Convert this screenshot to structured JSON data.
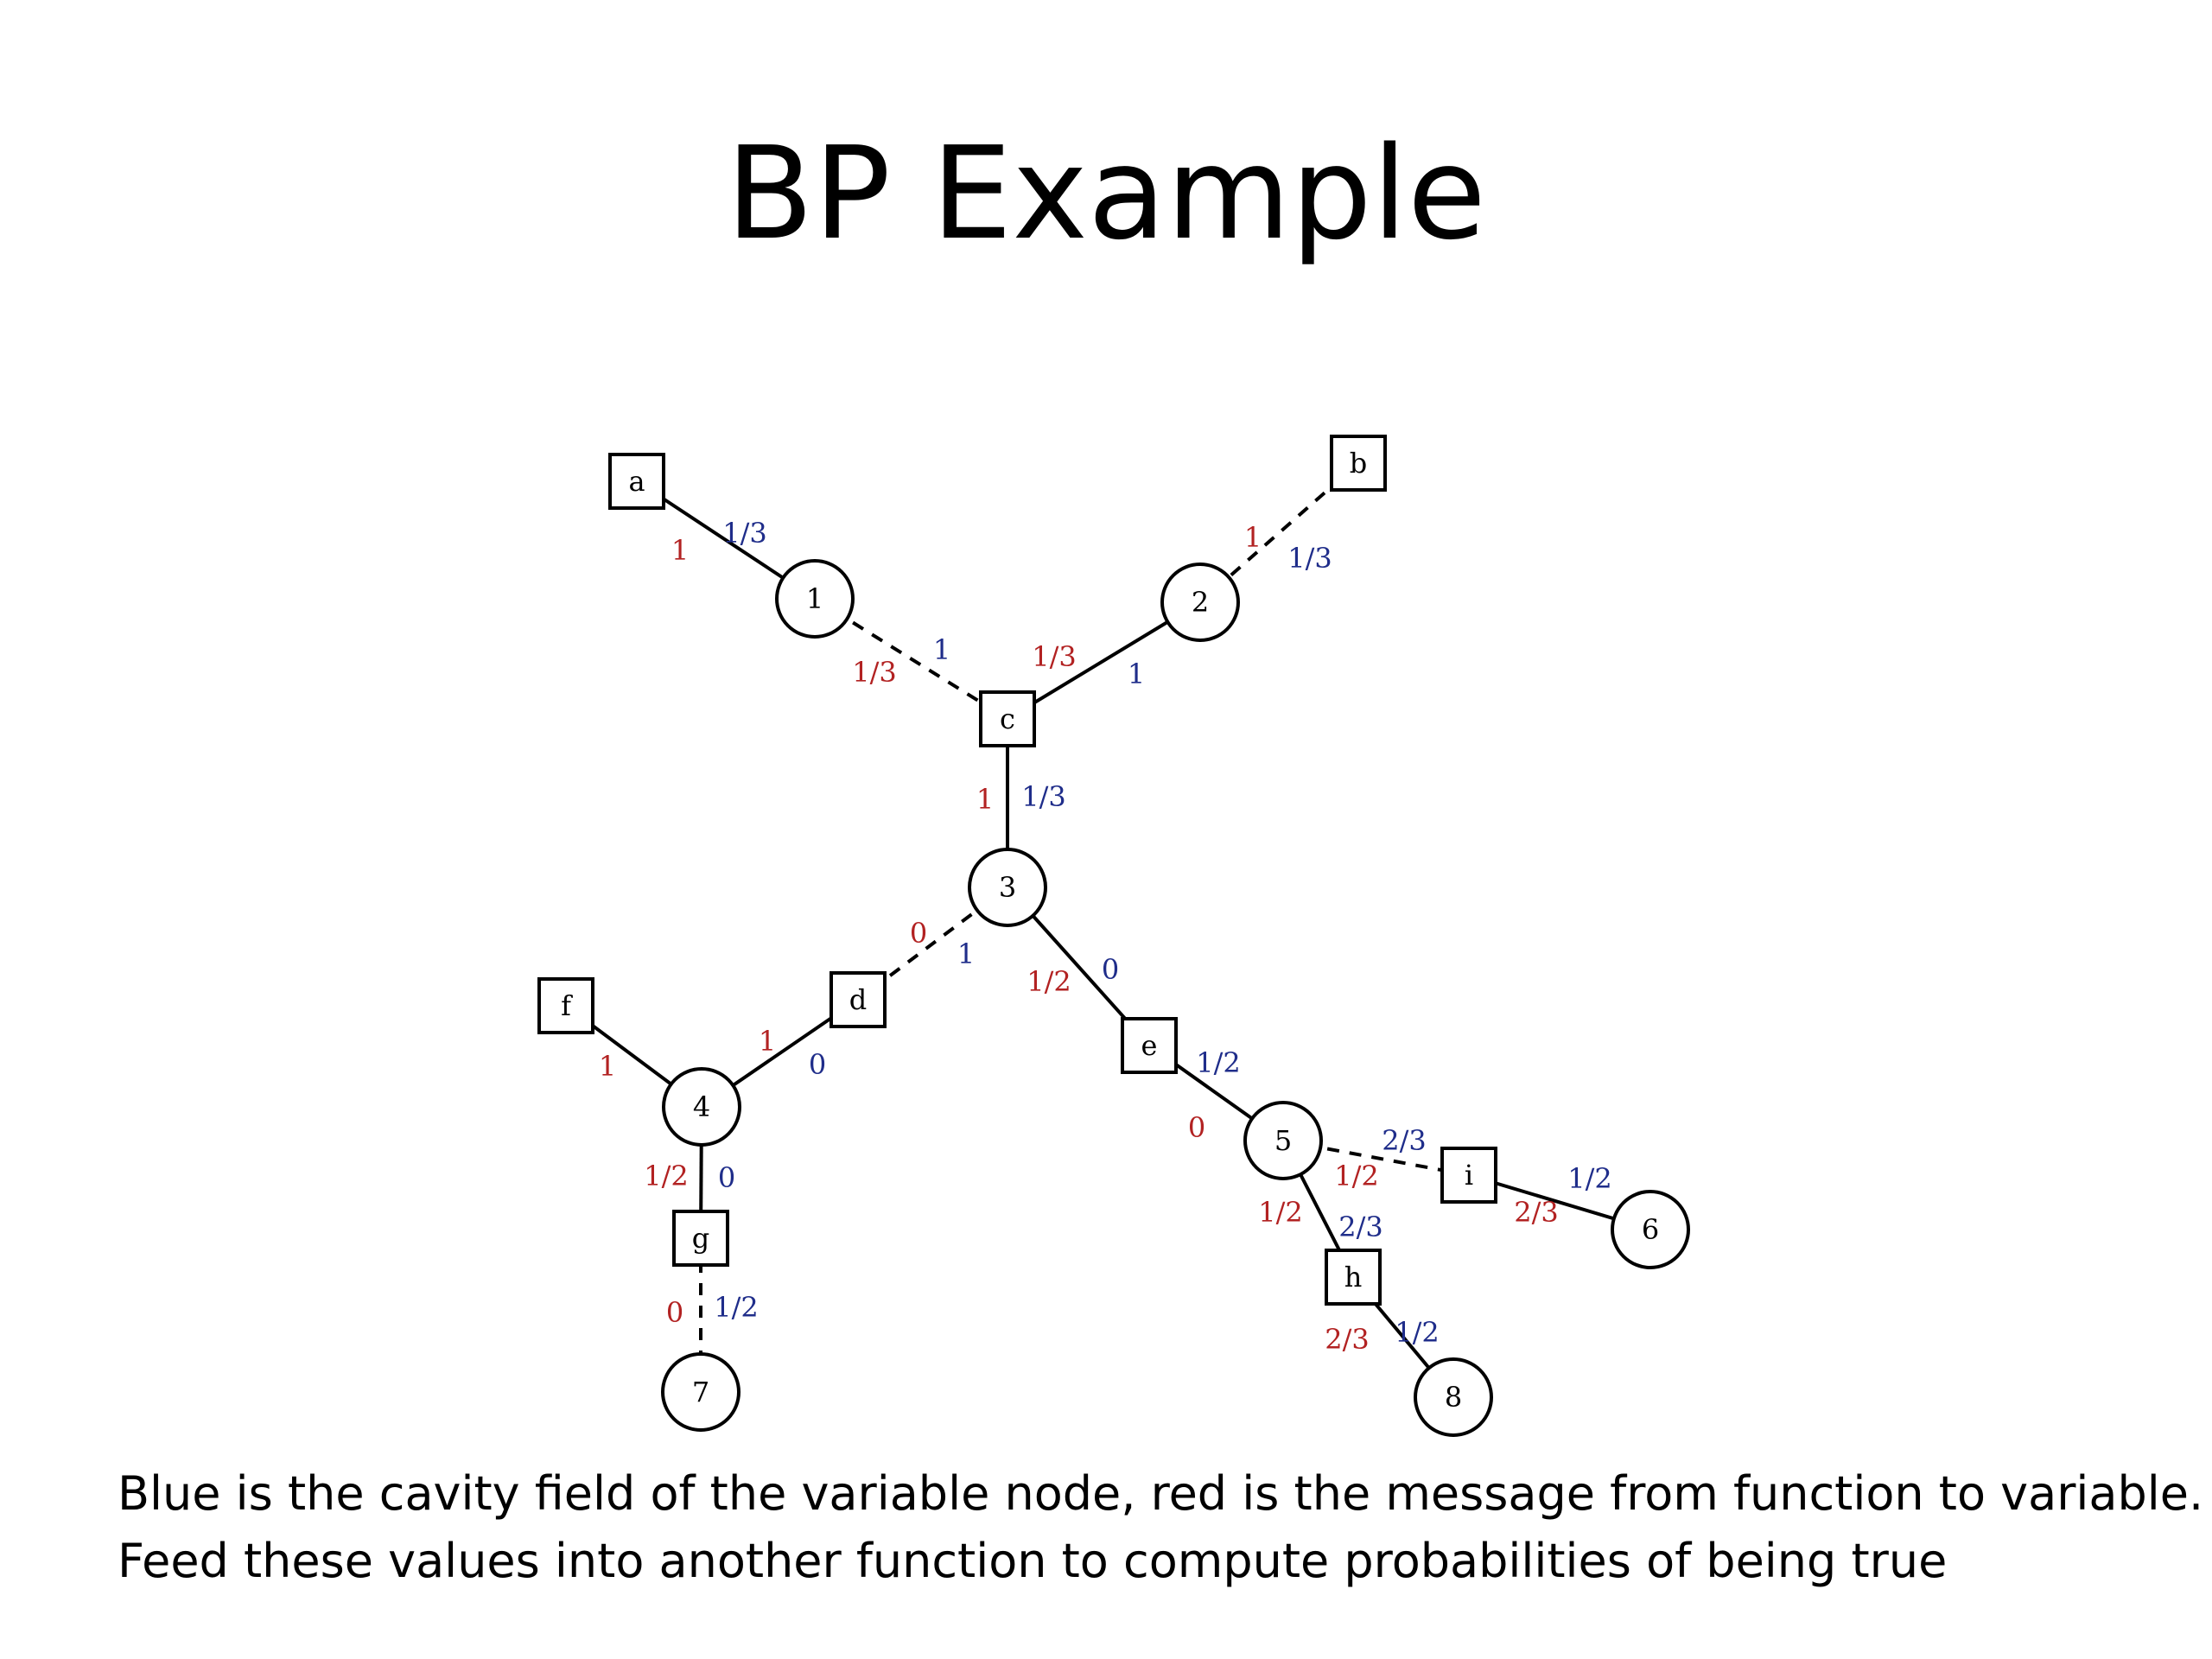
{
  "title": "BP Example",
  "colors": {
    "red": "#b22222",
    "blue": "#1f2d8a"
  },
  "graph": {
    "function_nodes": [
      {
        "id": "a",
        "label": "a"
      },
      {
        "id": "b",
        "label": "b"
      },
      {
        "id": "c",
        "label": "c"
      },
      {
        "id": "d",
        "label": "d"
      },
      {
        "id": "e",
        "label": "e"
      },
      {
        "id": "f",
        "label": "f"
      },
      {
        "id": "g",
        "label": "g"
      },
      {
        "id": "h",
        "label": "h"
      },
      {
        "id": "i",
        "label": "i"
      }
    ],
    "variable_nodes": [
      {
        "id": "1",
        "label": "1"
      },
      {
        "id": "2",
        "label": "2"
      },
      {
        "id": "3",
        "label": "3"
      },
      {
        "id": "4",
        "label": "4"
      },
      {
        "id": "5",
        "label": "5"
      },
      {
        "id": "6",
        "label": "6"
      },
      {
        "id": "7",
        "label": "7"
      },
      {
        "id": "8",
        "label": "8"
      }
    ],
    "edges": [
      {
        "id": "a-1",
        "from": "a",
        "to": "1",
        "style": "solid",
        "red": "1",
        "blue": "1/3"
      },
      {
        "id": "b-2",
        "from": "b",
        "to": "2",
        "style": "dashed",
        "red": "1",
        "blue": "1/3"
      },
      {
        "id": "1-c",
        "from": "1",
        "to": "c",
        "style": "dashed",
        "red": "1/3",
        "blue": "1"
      },
      {
        "id": "2-c",
        "from": "2",
        "to": "c",
        "style": "solid",
        "red": "1/3",
        "blue": "1"
      },
      {
        "id": "c-3",
        "from": "c",
        "to": "3",
        "style": "solid",
        "red": "1",
        "blue": "1/3"
      },
      {
        "id": "3-d",
        "from": "3",
        "to": "d",
        "style": "dashed",
        "red": "0",
        "blue": "1"
      },
      {
        "id": "3-e",
        "from": "3",
        "to": "e",
        "style": "solid",
        "red": "1/2",
        "blue": "0"
      },
      {
        "id": "d-4",
        "from": "d",
        "to": "4",
        "style": "solid",
        "red": "1",
        "blue": "0"
      },
      {
        "id": "f-4",
        "from": "f",
        "to": "4",
        "style": "solid",
        "red": "1",
        "blue": ""
      },
      {
        "id": "4-g",
        "from": "4",
        "to": "g",
        "style": "solid",
        "red": "1/2",
        "blue": "0"
      },
      {
        "id": "g-7",
        "from": "g",
        "to": "7",
        "style": "dashed",
        "red": "0",
        "blue": "1/2"
      },
      {
        "id": "e-5",
        "from": "e",
        "to": "5",
        "style": "solid",
        "red": "0",
        "blue": "1/2"
      },
      {
        "id": "5-i",
        "from": "5",
        "to": "i",
        "style": "dashed",
        "red": "1/2",
        "blue": "2/3"
      },
      {
        "id": "i-6",
        "from": "i",
        "to": "6",
        "style": "solid",
        "red": "2/3",
        "blue": "1/2"
      },
      {
        "id": "5-h",
        "from": "5",
        "to": "h",
        "style": "solid",
        "red": "1/2",
        "blue": "2/3"
      },
      {
        "id": "h-8",
        "from": "h",
        "to": "8",
        "style": "solid",
        "red": "2/3",
        "blue": "1/2"
      }
    ]
  },
  "caption": {
    "line1": "Blue is the cavity field of the variable node, red is the message from function to variable.",
    "line2": "Feed these values into another function to compute probabilities of being true"
  }
}
